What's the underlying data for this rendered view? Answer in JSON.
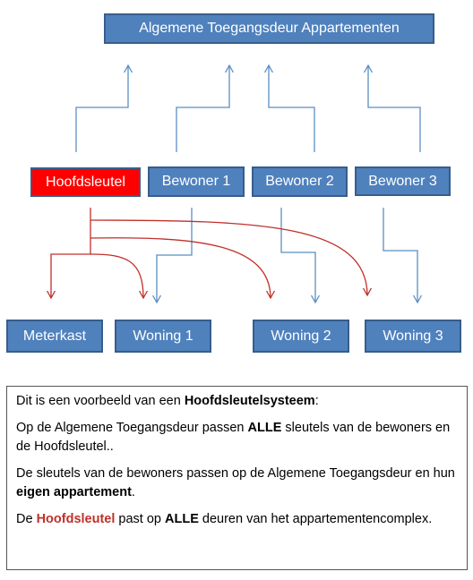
{
  "colors": {
    "node_fill": "#4f81bd",
    "node_border": "#385d8a",
    "master_fill": "#ff0000",
    "resident_line": "#5b8ec4",
    "master_line": "#c0302a",
    "emphasis_red": "#c0302a"
  },
  "diagram": {
    "top": "Algemene Toegangsdeur Appartementen",
    "keys": {
      "master": "Hoofdsleutel",
      "resident1": "Bewoner 1",
      "resident2": "Bewoner 2",
      "resident3": "Bewoner 3"
    },
    "doors": {
      "meterkast": "Meterkast",
      "woning1": "Woning 1",
      "woning2": "Woning 2",
      "woning3": "Woning 3"
    }
  },
  "explanation": {
    "p1": {
      "t1": "Dit is een voorbeeld van een ",
      "b1": "Hoofdsleutelsysteem",
      "t2": ":"
    },
    "p2": {
      "t1": "Op de Algemene Toegangsdeur passen ",
      "b1": "ALLE",
      "t2": " sleutels van de bewoners en de Hoofdsleutel.."
    },
    "p3": {
      "t1": "De sleutels van de bewoners passen op de Algemene Toegangsdeur en hun ",
      "b1": "eigen appartement",
      "t2": "."
    },
    "p4": {
      "t0": "De ",
      "r1": "Hoofdsleutel",
      "t1": " past op ",
      "b1": "ALLE",
      "t2": " deuren van het appartementencomplex."
    }
  }
}
